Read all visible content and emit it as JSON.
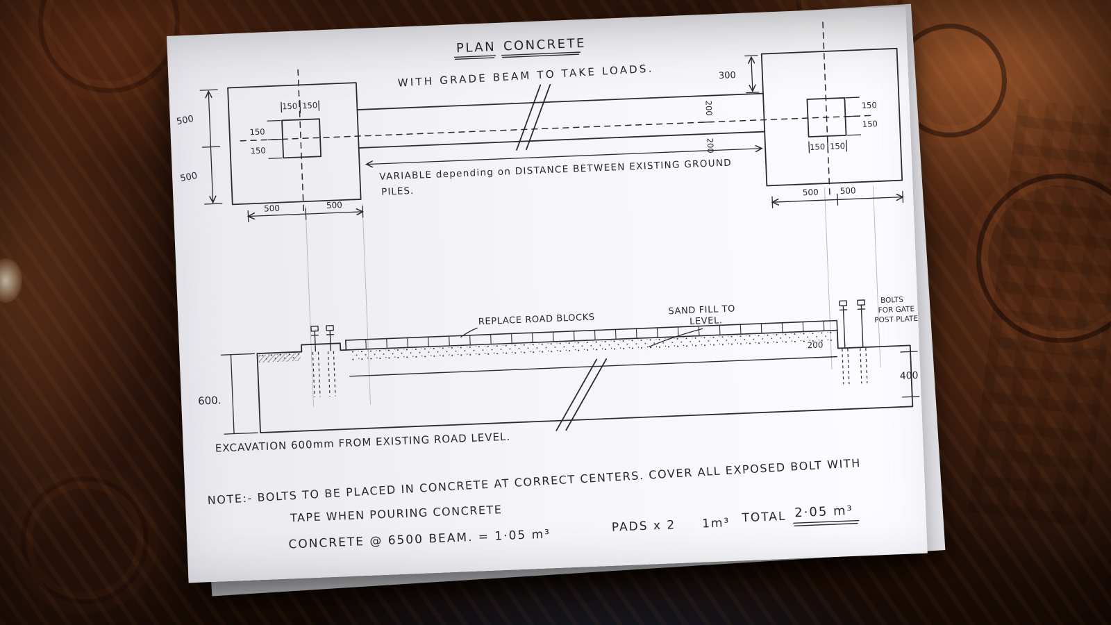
{
  "title": {
    "plan": "PLAN",
    "concrete": "CONCRETE",
    "subtitle": "WITH GRADE BEAM TO TAKE LOADS."
  },
  "plan": {
    "dim_300": "300",
    "margin_500_top": "500",
    "margin_500_bottom": "500",
    "padL_top_150_a": "150",
    "padL_top_150_b": "150",
    "padL_side_150_a": "150",
    "padL_side_150_b": "150",
    "padL_bot_500_a": "500",
    "padL_bot_500_b": "500",
    "beam_200_a": "200",
    "beam_200_b": "200",
    "padR_side_150_a": "150",
    "padR_side_150_b": "150",
    "padR_bot_150_a": "150",
    "padR_bot_150_b": "150",
    "padR_under_500_a": "500",
    "padR_under_500_b": "500",
    "variable_line1": "VARIABLE depending on DISTANCE BETWEEN EXISTING GROUND",
    "variable_line2": "PILES."
  },
  "section": {
    "replace_blocks": "REPLACE ROAD BLOCKS",
    "sand_line1": "SAND FILL TO",
    "sand_line2": "LEVEL.",
    "dim_200": "200",
    "bolts_line1": "BOLTS",
    "bolts_line2": "FOR GATE",
    "bolts_line3": "POST PLATE",
    "dim_600": "600.",
    "dim_400": "400",
    "excavation_note": "EXCAVATION 600mm FROM EXISTING ROAD LEVEL."
  },
  "notes": {
    "line1": "NOTE:- BOLTS TO BE PLACED IN CONCRETE AT CORRECT CENTERS. COVER ALL EXPOSED BOLT WITH",
    "line2": "TAPE WHEN POURING CONCRETE",
    "calc_beam": "CONCRETE @ 6500 BEAM. = 1·05 m³",
    "calc_pads": "PADS x 2  1m³",
    "total_label": "TOTAL",
    "total_value": "2·05 m³"
  },
  "colors": {
    "ink": "#2a2a34",
    "paper": "#f5f5f8",
    "wood": "#2a1309"
  }
}
